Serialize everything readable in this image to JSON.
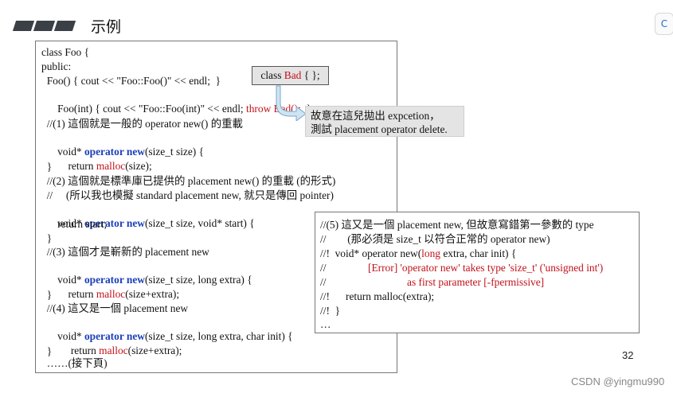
{
  "header": {
    "title": "示例",
    "corner_icon": "lens-icon",
    "corner_label": "C"
  },
  "code_lines": [
    "class Foo {",
    "public:",
    "  Foo() { cout << \"Foo::Foo()\" << endl;  }",
    "  Foo(int) { cout << \"Foo::Foo(int)\" << endl;",
    "throw Bad();",
    "  }",
    "  //(1) 這個就是一般的 operator new() 的重載",
    "  void*",
    "operator new",
    "(size_t size) {",
    "      return",
    "malloc",
    "(size);",
    "  }",
    "  //(2) 這個就是標準庫已提供的 placement new() 的重載 (的形式)",
    "  //     (所以我也模擬 standard placement new, 就只是傳回 pointer)",
    "(size_t size, void* start) {",
    "      return start;",
    "  //(3) 這個才是嶄新的 placement new",
    "(size_t size, long extra) {",
    "(size+extra);",
    "  //(4) 這又是一個 placement new",
    "(size_t size, long extra, char init) {",
    "       return",
    "  ……(接下頁)"
  ],
  "bad_box": {
    "pre": "class ",
    "name": "Bad",
    "post": " { };"
  },
  "note": {
    "line1": "故意在這兒拋出 expcetion，",
    "line2": "測試 placement operator delete."
  },
  "error_box": {
    "l1": "//(5) 這又是一個 placement new, 但故意寫錯第一參數的 type",
    "l2": "//        (那必須是 size_t 以符合正常的 operator new)",
    "l3a": "//!  void* operator new(",
    "l3b": "long",
    "l3c": " extra, char init) {",
    "l4a": "//",
    "l4b": "[Error] 'operator new' takes type 'size_t' ('unsigned int')",
    "l5a": "//",
    "l5b": "as first parameter [-fpermissive]",
    "l6": "//!      return malloc(extra);",
    "l7": "//!  }",
    "l8": "…"
  },
  "page_number": "32",
  "watermark": "CSDN @yingmu990"
}
